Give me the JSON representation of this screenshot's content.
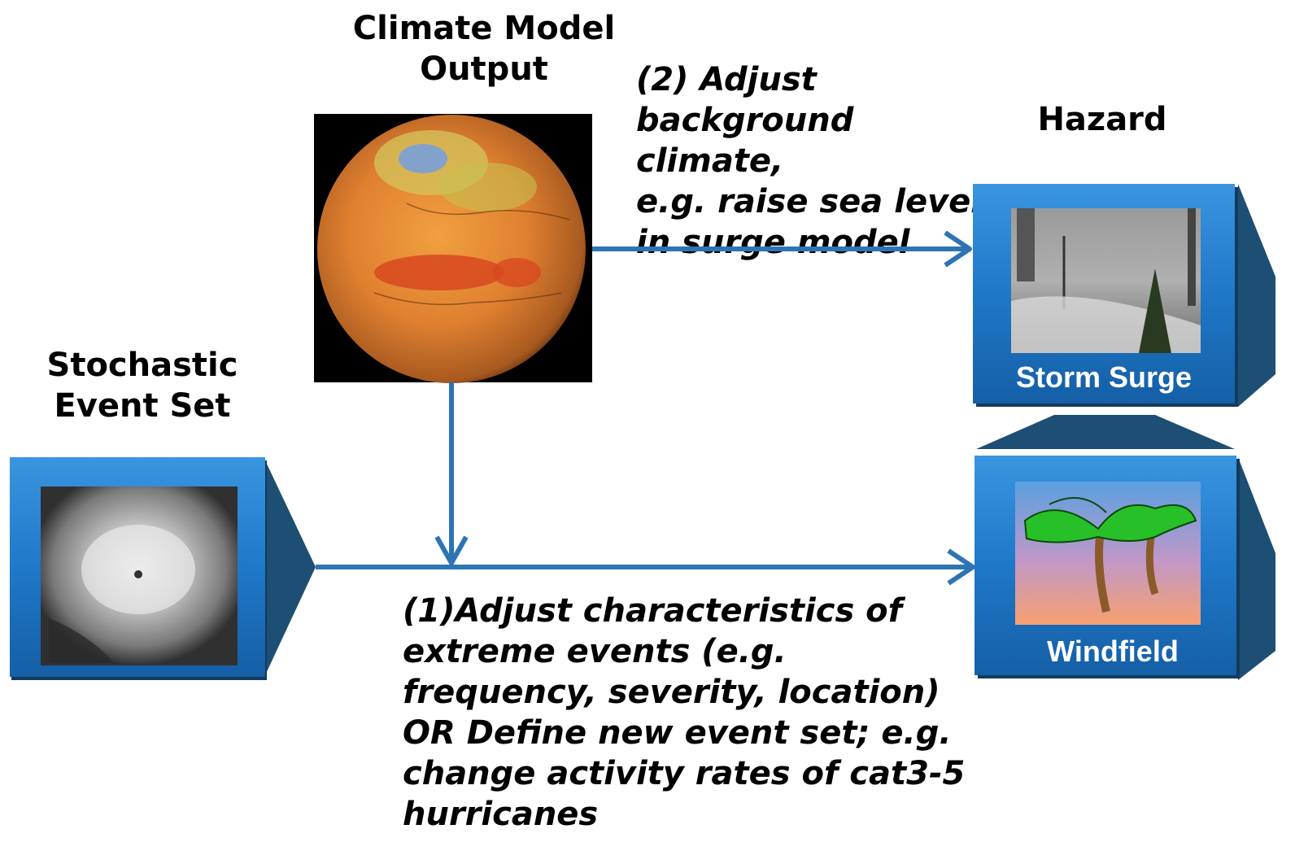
{
  "titles": {
    "climate_model": "Climate Model\nOutput",
    "hazard": "Hazard",
    "stochastic": "Stochastic\nEvent Set"
  },
  "notes": {
    "adjust_background": "(2) Adjust\nbackground climate,\ne.g. raise sea level\nin surge model",
    "adjust_events": "(1)Adjust  characteristics of\nextreme events (e.g.\nfrequency,  severity, location)\nOR  Define new event set;  e.g.\nchange activity rates of cat3-5\nhurricanes"
  },
  "panels": {
    "storm_surge": "Storm Surge",
    "windfield": "Windfield"
  },
  "colors": {
    "arrow": "#2e74b5",
    "panel": "#1f78c8",
    "panel_shadow": "#123a5e",
    "chevron": "#1d4e73"
  },
  "icons": {
    "globe": "climate-globe-image",
    "hurricane": "hurricane-satellite-image",
    "surge": "storm-surge-photo",
    "palms": "palm-trees-icon"
  }
}
